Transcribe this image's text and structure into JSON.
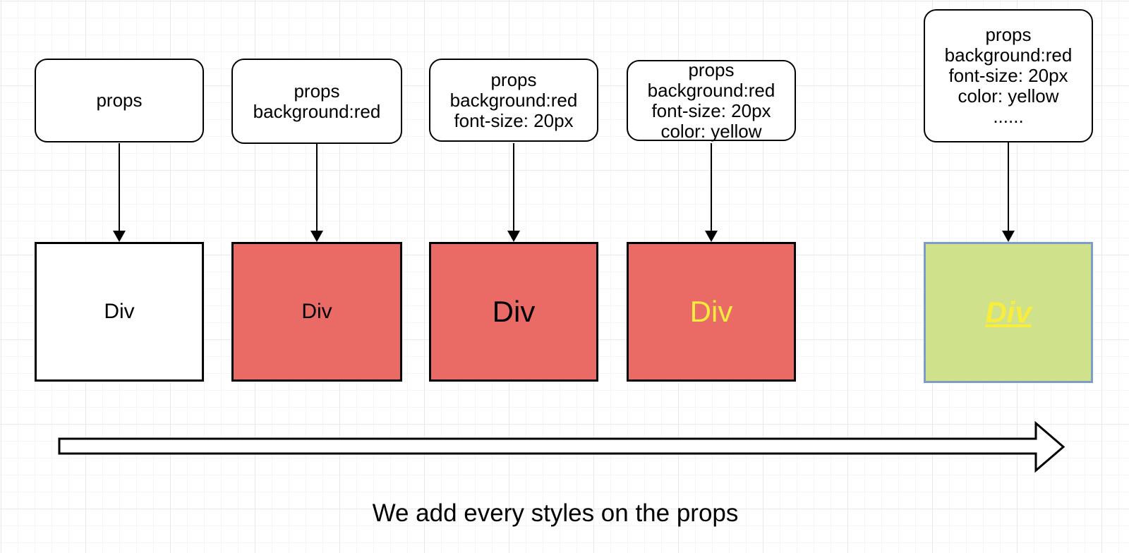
{
  "canvas": {
    "background_color": "#ffffff",
    "grid_minor_color": "#f5f5f5",
    "grid_major_color": "#e9e9e9"
  },
  "colors": {
    "shape_stroke": "#000000",
    "white_fill": "#ffffff",
    "red_fill": "#EA6B66",
    "green_fill": "#CFE18B",
    "yellow_text": "#F8EC3D",
    "selection_border_blue": "#7E9CCB"
  },
  "columns": [
    {
      "props_text": "props",
      "div_text": "Div",
      "div_fill": "#ffffff",
      "div_text_color": "#000000",
      "div_text_style": "regular"
    },
    {
      "props_text": "props\nbackground:red",
      "div_text": "Div",
      "div_fill": "#EA6B66",
      "div_text_color": "#000000",
      "div_text_style": "regular"
    },
    {
      "props_text": "props\nbackground:red\nfont-size: 20px",
      "div_text": "Div",
      "div_fill": "#EA6B66",
      "div_text_color": "#000000",
      "div_text_style": "large"
    },
    {
      "props_text": "props\nbackground:red\nfont-size: 20px\ncolor: yellow",
      "div_text": "Div",
      "div_fill": "#EA6B66",
      "div_text_color": "#F8EC3D",
      "div_text_style": "large"
    },
    {
      "props_text": "props\nbackground:red\nfont-size: 20px\ncolor: yellow\n......",
      "div_text": "Div",
      "div_fill": "#CFE18B",
      "div_text_color": "#F8EC3D",
      "div_text_style": "large bold italic underline",
      "selected": true
    }
  ],
  "flow_arrow": {
    "direction": "right",
    "fill": "#ffffff",
    "stroke": "#000000"
  },
  "caption": {
    "text": "We add every styles on the props"
  }
}
